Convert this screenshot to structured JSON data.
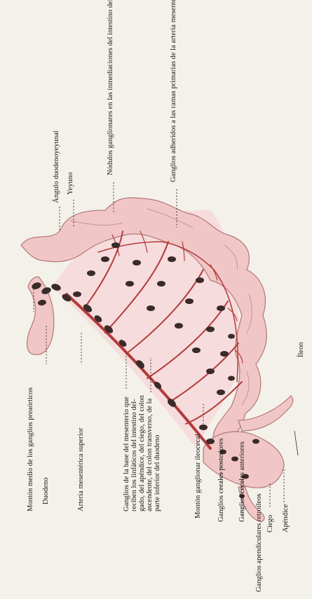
{
  "figure": {
    "labels": {
      "inmediaciones": "Nódulos ganglionares en las inmediaciones del intestino delgado",
      "ramas_primarias": "Ganglios adheridos a las ramas primarias de la arteria mesentérica y a sus arcos",
      "angulo": "Ángulo duodenoyeyunal",
      "yeyuno": "Yeyuno",
      "preaorticos": "Montón medio de los ganglios preaórticos",
      "duodeno": "Duodeno",
      "arteria": "Arteria mesentérica superior",
      "base_mesenterio": [
        "Ganglios de la base del mesenterio que",
        "reciben los linfáticos del intestino del-",
        "gado, del apéndice, del ciego, del colon",
        "ascendente, del colon transverso, de la",
        "parte inferior del duodeno"
      ],
      "ileocecal": "Montón ganglionar ileocecal",
      "cecales_posteriores": "Ganglios cecales posteriores",
      "cecales_anteriores": "Ganglios cecales anteriores",
      "apendiculares": "Ganglios apendiculares retroileos",
      "ciego": "Ciego",
      "apendice": "Apéndice",
      "ileon": "Íleon"
    },
    "colors": {
      "background": "#f3f1ea",
      "bowel": "#f1c6c6",
      "vessels": "#b33a3a",
      "nodes": "#3a2a2a"
    }
  }
}
